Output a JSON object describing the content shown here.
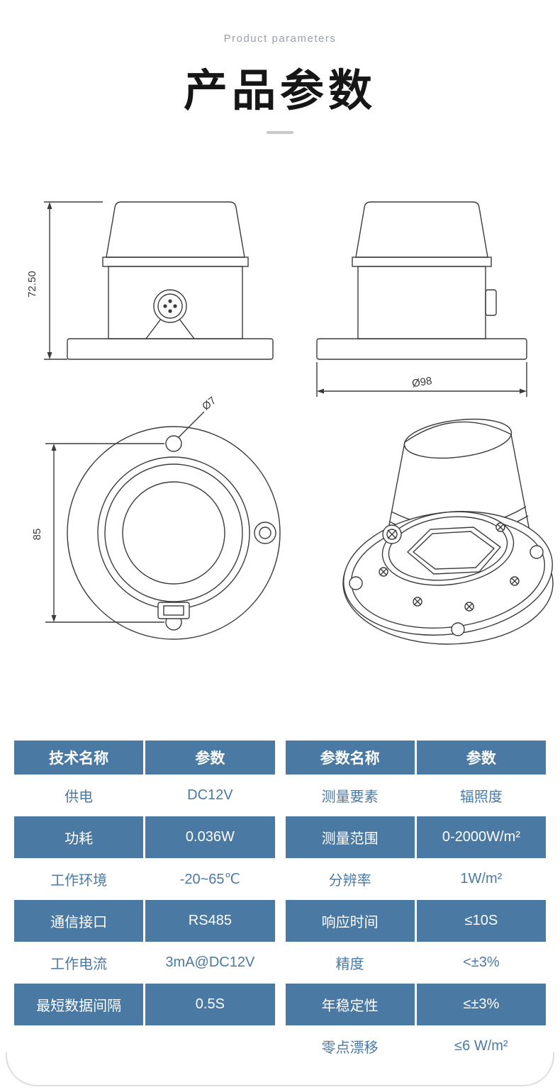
{
  "header": {
    "subtitle": "Product parameters",
    "title": "产品参数"
  },
  "drawings": {
    "front_view_height": "72.50",
    "base_diameter": "Ø98",
    "hole_diameter": "Ø7",
    "bolt_spacing": "85"
  },
  "tables": {
    "left": {
      "headers": [
        "技术名称",
        "参数"
      ],
      "rows": [
        {
          "name": "供电",
          "value": "DC12V"
        },
        {
          "name": "功耗",
          "value": "0.036W"
        },
        {
          "name": "工作环境",
          "value": "-20~65℃"
        },
        {
          "name": "通信接口",
          "value": "RS485"
        },
        {
          "name": "工作电流",
          "value": "3mA@DC12V"
        },
        {
          "name": "最短数据间隔",
          "value": "0.5S"
        }
      ]
    },
    "right": {
      "headers": [
        "参数名称",
        "参数"
      ],
      "rows": [
        {
          "name": "测量要素",
          "value": "辐照度"
        },
        {
          "name": "测量范围",
          "value": "0-2000W/m²"
        },
        {
          "name": "分辨率",
          "value": "1W/m²"
        },
        {
          "name": "响应时间",
          "value": "≤10S"
        },
        {
          "name": "精度",
          "value": "<±3%"
        },
        {
          "name": "年稳定性",
          "value": "≤±3%"
        },
        {
          "name": "零点漂移",
          "value": "≤6 W/m²"
        }
      ]
    }
  },
  "colors": {
    "accent": "#4a79a3",
    "subtitle_gray": "#9aa0a8",
    "line": "#3b3b3b"
  }
}
